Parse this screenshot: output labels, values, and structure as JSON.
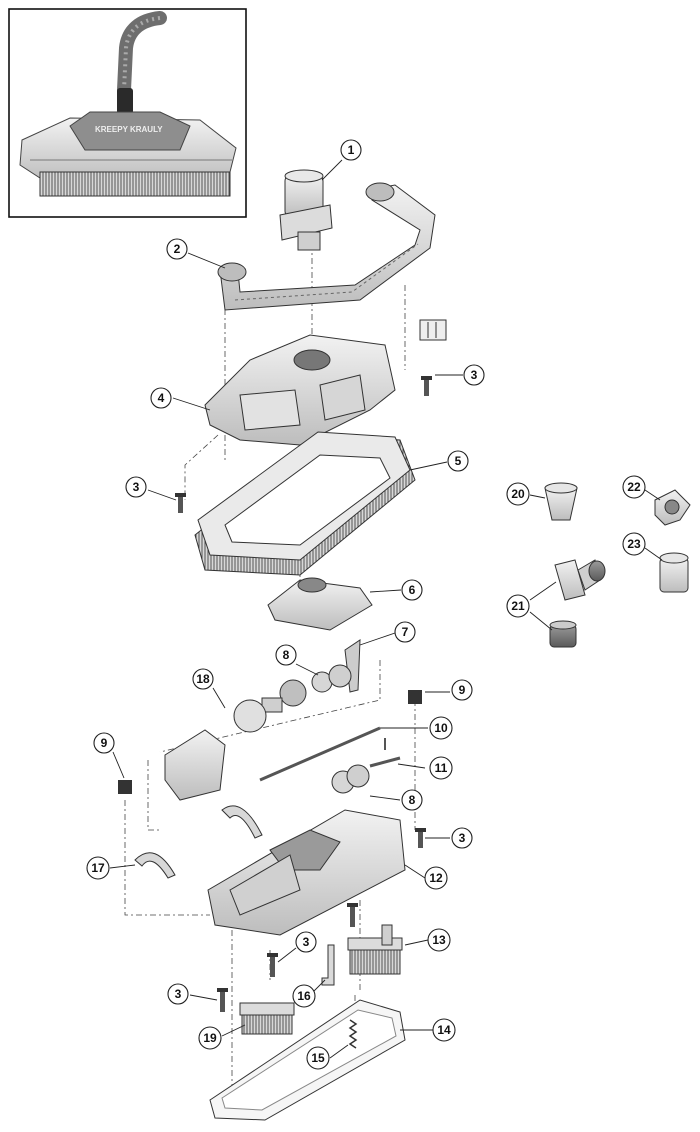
{
  "diagram": {
    "brand_logo": "KREEPY KRAULY",
    "part_numbers": {
      "p1": "1",
      "p2": "2",
      "p3a": "3",
      "p3b": "3",
      "p3c": "3",
      "p3d": "3",
      "p3e": "3",
      "p4": "4",
      "p5": "5",
      "p6": "6",
      "p7": "7",
      "p8a": "8",
      "p8b": "8",
      "p9a": "9",
      "p9b": "9",
      "p10": "10",
      "p11": "11",
      "p12": "12",
      "p13": "13",
      "p14": "14",
      "p15": "15",
      "p16": "16",
      "p17": "17",
      "p18": "18",
      "p19": "19",
      "p20": "20",
      "p21": "21",
      "p22": "22",
      "p23": "23"
    }
  }
}
